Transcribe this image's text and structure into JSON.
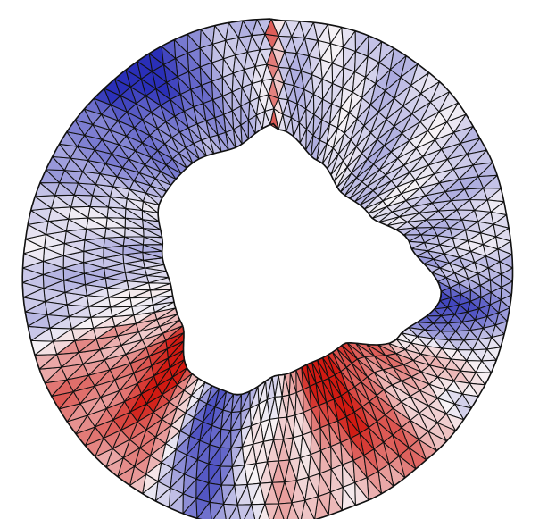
{
  "figure": {
    "kind": "finite-element triangular mesh of an annular cross-section with a diverging blue-white-red field coloring",
    "mesh_line_color": "#111111",
    "background_color": "#ffffff",
    "colormap": {
      "negative": "#2a2fb8",
      "neutral": "#f7f3f6",
      "positive": "#d11a12"
    },
    "regions": [
      {
        "name": "top-left-negative-patch",
        "sign": "negative",
        "strength": 0.95
      },
      {
        "name": "right-side-negative-patch",
        "sign": "negative",
        "strength": 0.9
      },
      {
        "name": "lower-right-positive-patch",
        "sign": "positive",
        "strength": 1.0
      },
      {
        "name": "bottom-left-positive-patch",
        "sign": "positive",
        "strength": 1.0
      },
      {
        "name": "bottom-center-negative-patch",
        "sign": "negative",
        "strength": 0.9
      }
    ]
  }
}
